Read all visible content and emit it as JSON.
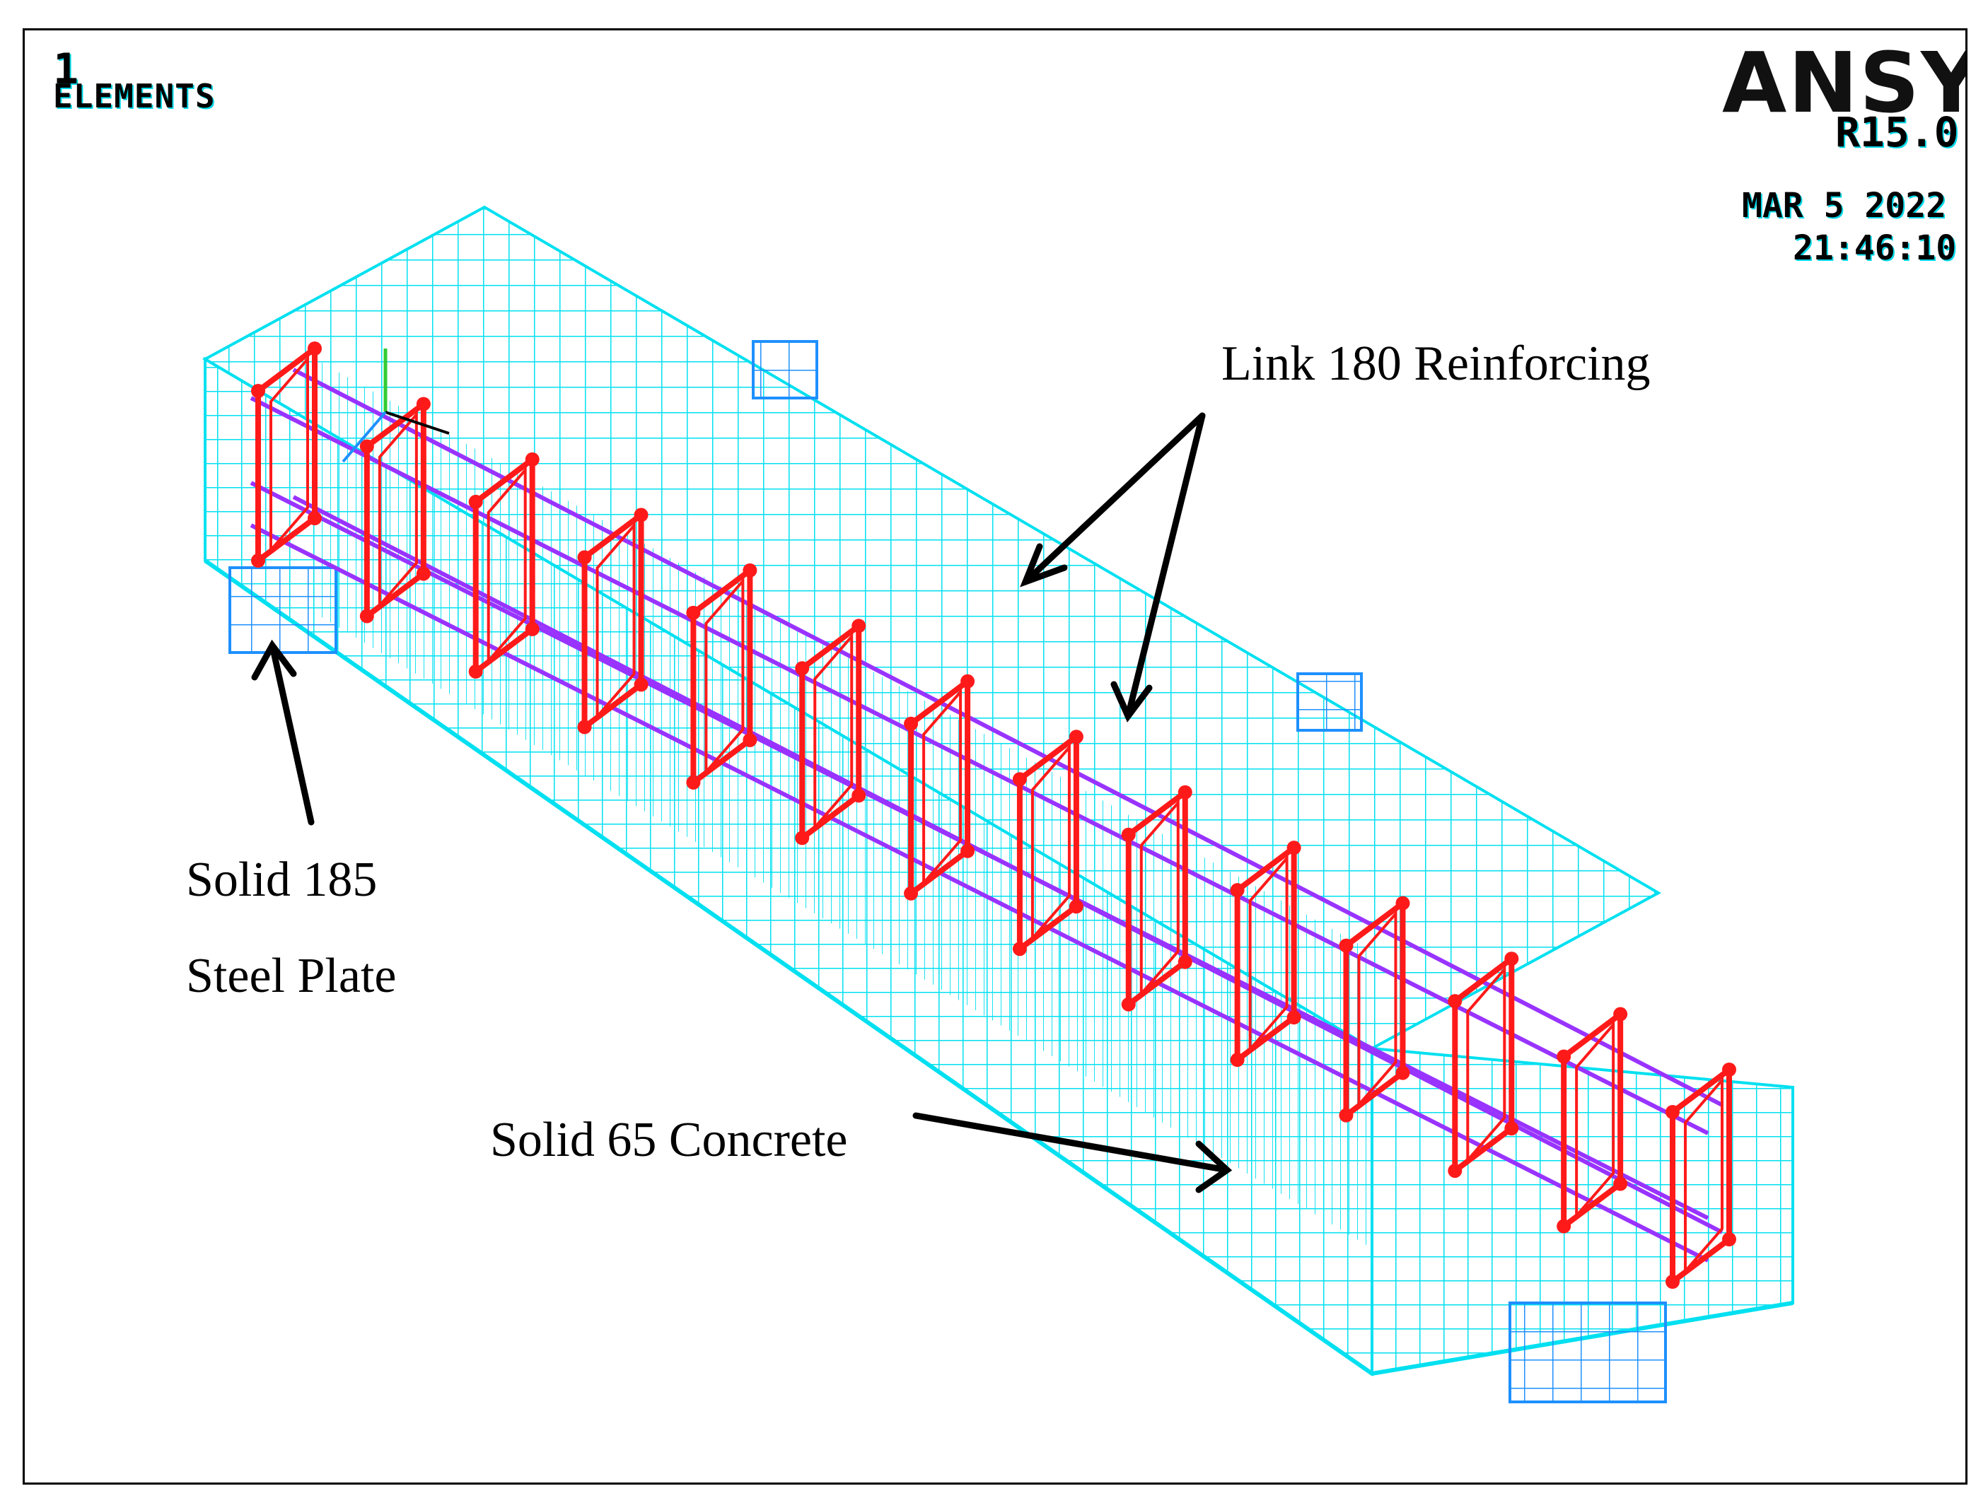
{
  "window": {
    "number": "1",
    "label": "ELEMENTS"
  },
  "brand": {
    "name": "ANSYS",
    "release": "R15.0",
    "date": "MAR  5 2022",
    "time": "21:46:10"
  },
  "callouts": {
    "link": "Link 180 Reinforcing",
    "solid185_line1": "Solid 185",
    "solid185_line2": "Steel Plate",
    "solid65": "Solid 65 Concrete"
  },
  "colors": {
    "concrete": "#00e0f0",
    "plate": "#1e90ff",
    "stirrup": "#ff1a1a",
    "longitudinal": "#9933ff",
    "arrow": "#000000"
  }
}
